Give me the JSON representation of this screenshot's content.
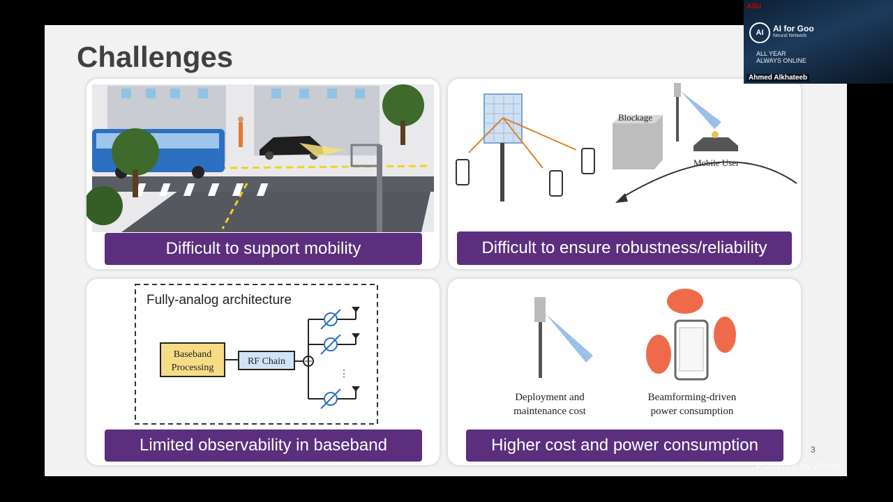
{
  "slide": {
    "title": "Challenges",
    "page_number": "3",
    "panels": [
      {
        "caption": "Difficult to support mobility"
      },
      {
        "caption": "Difficult to ensure robustness/reliability",
        "labels": {
          "blockage": "Blockage",
          "mobile_user": "Mobile User"
        }
      },
      {
        "caption": "Limited observability in baseband",
        "labels": {
          "architecture": "Fully-analog architecture",
          "baseband_1": "Baseband",
          "baseband_2": "Processing",
          "rf_chain": "RF Chain"
        }
      },
      {
        "caption": "Higher cost and power consumption",
        "labels": {
          "deploy_1": "Deployment and",
          "deploy_2": "maintenance cost",
          "beam_1": "Beamforming-driven",
          "beam_2": "power consumption"
        }
      }
    ]
  },
  "webcam": {
    "brand": "AI for Goo",
    "brand_sub": "Neural Network",
    "logo_text": "AI",
    "tagline_1": "ALL YEAR",
    "tagline_2": "ALWAYS ONLINE",
    "participant_name": "Ahmed Alkhateeb",
    "badge": "ASU"
  },
  "overlay": {
    "watermark": "Powered by Zoom"
  },
  "colors": {
    "caption_bg": "#5b2f7e",
    "arrow_orange": "#d9822b",
    "beam_blue": "#8fb8e6"
  }
}
